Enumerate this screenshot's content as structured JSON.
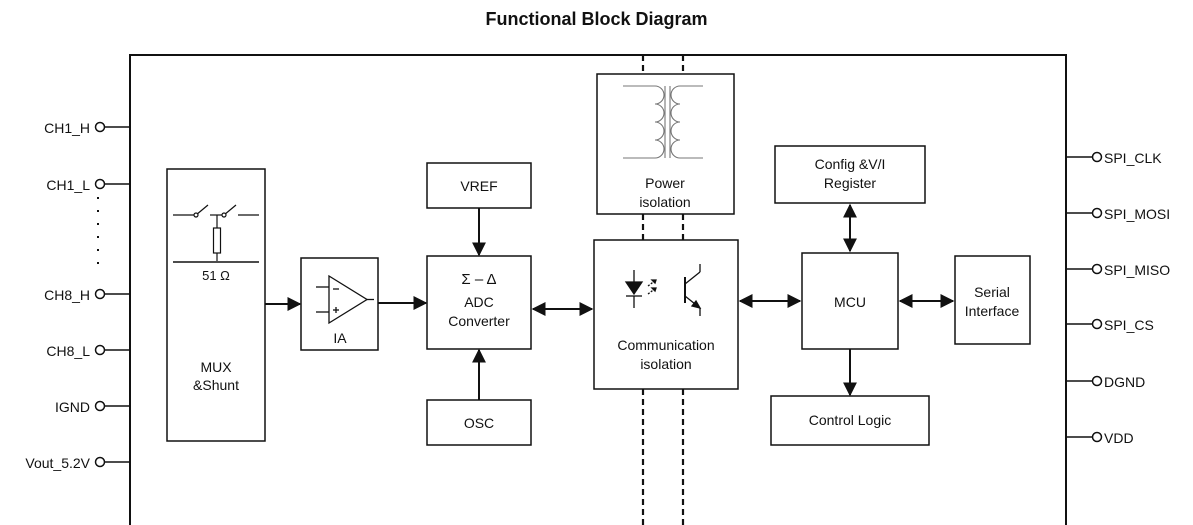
{
  "title": "Functional Block Diagram",
  "pins_left": {
    "ch1_h": "CH1_H",
    "ch1_l": "CH1_L",
    "ch8_h": "CH8_H",
    "ch8_l": "CH8_L",
    "ignd": "IGND",
    "vout": "Vout_5.2V"
  },
  "pins_right": {
    "spi_clk": "SPI_CLK",
    "spi_mosi": "SPI_MOSI",
    "spi_miso": "SPI_MISO",
    "spi_cs": "SPI_CS",
    "dgnd": "DGND",
    "vdd": "VDD"
  },
  "blocks": {
    "mux": {
      "line1": "MUX",
      "line2": "&Shunt",
      "shunt": "51 Ω"
    },
    "ia": {
      "label": "IA"
    },
    "vref": {
      "label": "VREF"
    },
    "adc": {
      "symbol": "Σ – Δ",
      "line1": "ADC",
      "line2": "Converter"
    },
    "osc": {
      "label": "OSC"
    },
    "power_iso": {
      "line1": "Power",
      "line2": "isolation"
    },
    "comm_iso": {
      "line1": "Communication",
      "line2": "isolation"
    },
    "config": {
      "line1": "Config &V/I",
      "line2": "Register"
    },
    "mcu": {
      "label": "MCU"
    },
    "control": {
      "label": "Control Logic"
    },
    "serial": {
      "line1": "Serial",
      "line2": "Interface"
    }
  }
}
